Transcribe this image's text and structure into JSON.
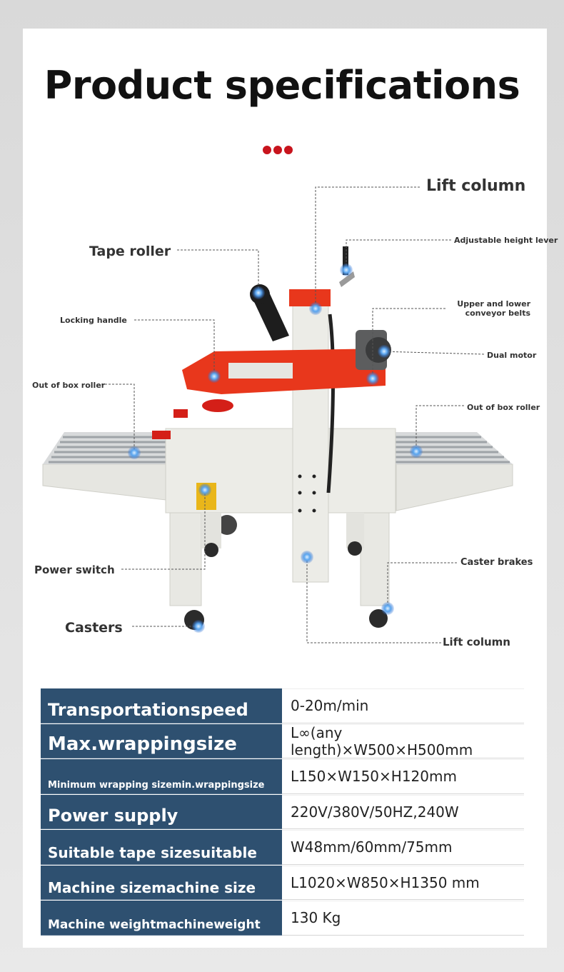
{
  "title": "Product specifications",
  "labels": {
    "lift_column_top": "Lift column",
    "adjustable_height_lever": "Adjustable height lever",
    "tape_roller": "Tape roller",
    "upper_lower_belts_1": "Upper and lower",
    "upper_lower_belts_2": "conveyor belts",
    "locking_handle": "Locking handle",
    "dual_motor": "Dual motor",
    "out_of_box_roller_left": "Out of box roller",
    "out_of_box_roller_right": "Out of box roller",
    "caster_brakes": "Caster brakes",
    "power_switch": "Power switch",
    "casters": "Casters",
    "lift_column_bottom": "Lift column"
  },
  "specs": [
    {
      "key": "Transportationspeed",
      "value": "0-20m/min"
    },
    {
      "key": "Max.wrappingsize",
      "value": "L∞(any length)×W500×H500mm"
    },
    {
      "key": "Minimum wrapping sizemin.wrappingsize",
      "value": "L150×W150×H120mm"
    },
    {
      "key": "Power supply",
      "value": "220V/380V/50HZ,240W"
    },
    {
      "key": "Suitable tape sizesuitable",
      "value": "W48mm/60mm/75mm"
    },
    {
      "key": "Machine sizemachine size",
      "value": "L1020×W850×H1350 mm"
    },
    {
      "key": "Machine weightmachineweight",
      "value": "130 Kg"
    }
  ],
  "colors": {
    "accent_red": "#c8141d",
    "spec_key_bg": "#2e5070",
    "marker_blue": "#3b8ee8"
  }
}
